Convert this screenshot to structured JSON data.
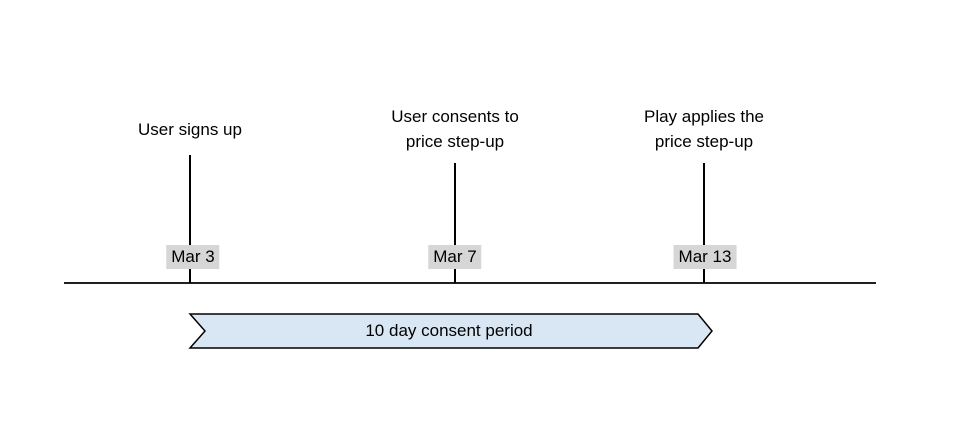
{
  "diagram": {
    "events": [
      {
        "label": "User signs up",
        "date": "Mar 3"
      },
      {
        "label": "User consents to\nprice step-up",
        "date": "Mar 7"
      },
      {
        "label": "Play applies the\nprice step-up",
        "date": "Mar 13"
      }
    ],
    "banner": {
      "label": "10 day consent period"
    },
    "colors": {
      "banner_fill": "#d9e7f4",
      "banner_border": "#000000",
      "date_badge_bg": "#d6d6d6",
      "line": "#000000",
      "background": "#ffffff"
    }
  }
}
